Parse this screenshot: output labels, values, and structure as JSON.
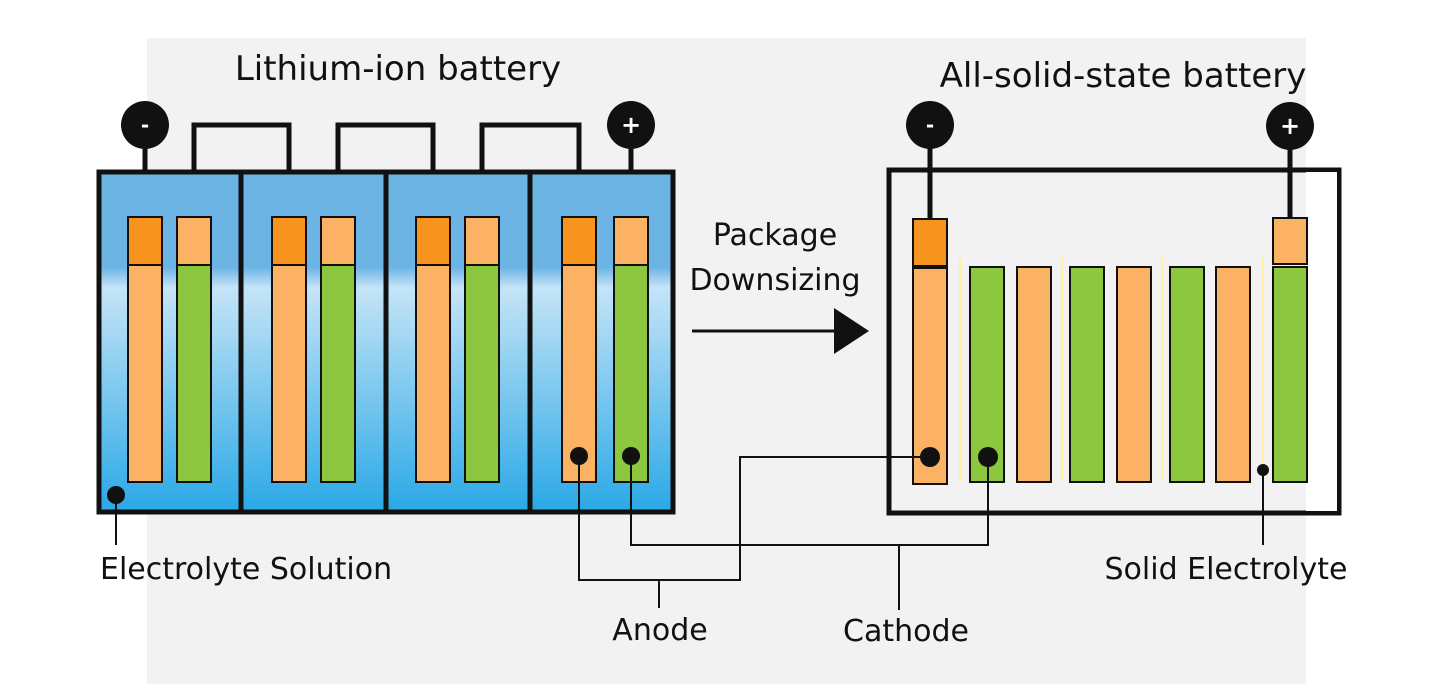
{
  "titles": {
    "left": "Lithium-ion battery",
    "right": "All-solid-state battery"
  },
  "arrow_label": [
    "Package",
    "Downsizing"
  ],
  "labels": {
    "electrolyte_solution": "Electrolyte Solution",
    "anode": "Anode",
    "cathode": "Cathode",
    "solid_electrolyte": "Solid Electrolyte"
  },
  "terminals": {
    "negative": "-",
    "positive": "+"
  },
  "lithium_ion": {
    "cell_count": 4,
    "electrodes_per_cell": [
      "anode",
      "cathode"
    ]
  },
  "solid_state": {
    "electrodes": [
      "anode",
      "cathode",
      "anode",
      "cathode",
      "anode",
      "cathode",
      "anode",
      "cathode"
    ]
  },
  "colors": {
    "anode": "#fbb265",
    "anode_tab": "#f7941d",
    "cathode": "#8dc63f",
    "cathode_tab": "#fbb265",
    "electrolyte_top": "#6cb4e4",
    "electrolyte_mid": "#c5e4f7",
    "electrolyte_bottom": "#29a8e6",
    "solid_electrolyte": "#fff3a0",
    "outline": "#111111",
    "panel": "#f2f2f2"
  }
}
